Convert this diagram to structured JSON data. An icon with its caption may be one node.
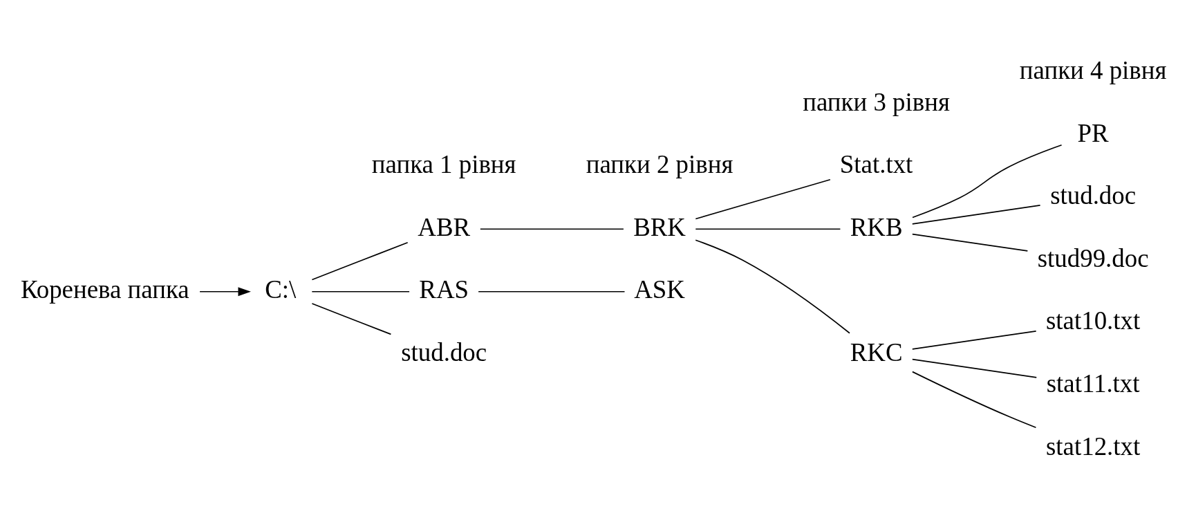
{
  "diagram": {
    "nodes": [
      {
        "text": [
          "Коренева папка"
        ]
      },
      {
        "text": [
          "C:\\"
        ]
      },
      {
        "text": [
          "ABR"
        ]
      },
      {
        "text": [
          "RAS"
        ]
      },
      {
        "text": [
          "stud.doc"
        ]
      },
      {
        "text": [
          "BRK"
        ]
      },
      {
        "text": [
          "Stat.txt"
        ]
      },
      {
        "text": [
          "ASK"
        ]
      },
      {
        "text": [
          "RKB"
        ]
      },
      {
        "text": [
          "RKC"
        ]
      },
      {
        "text": [
          "stat10.txt"
        ]
      },
      {
        "text": [
          "stat11.txt"
        ]
      },
      {
        "text": [
          "stat12.txt"
        ]
      },
      {
        "text": [
          "PR"
        ]
      },
      {
        "text": [
          "stud.doc"
        ]
      },
      {
        "text": [
          "stud99.doc"
        ]
      }
    ],
    "edges": [
      {
        "from": 0,
        "to": 1,
        "arrow": "to"
      },
      {
        "from": 1,
        "to": 2,
        "arrow": "none"
      },
      {
        "from": 1,
        "to": 3,
        "arrow": "none"
      },
      {
        "from": 1,
        "to": 4,
        "arrow": "none"
      },
      {
        "from": 2,
        "to": 5,
        "arrow": "none"
      },
      {
        "from": 5,
        "to": 6,
        "arrow": "none"
      },
      {
        "from": 3,
        "to": 7,
        "arrow": "none"
      },
      {
        "from": 5,
        "to": 8,
        "arrow": "none"
      },
      {
        "from": 5,
        "to": 9,
        "arrow": "none"
      },
      {
        "from": 9,
        "to": 10,
        "arrow": "none"
      },
      {
        "from": 9,
        "to": 11,
        "arrow": "none"
      },
      {
        "from": 9,
        "to": 12,
        "arrow": "none"
      },
      {
        "from": 8,
        "to": 13,
        "arrow": "none"
      },
      {
        "from": 8,
        "to": 14,
        "arrow": "none"
      },
      {
        "from": 8,
        "to": 15,
        "arrow": "none"
      }
    ],
    "labels": [
      "папка 1 рівня",
      "папки 2 рівня",
      "папки 3 рівня",
      "папки 4 рівня"
    ]
  }
}
